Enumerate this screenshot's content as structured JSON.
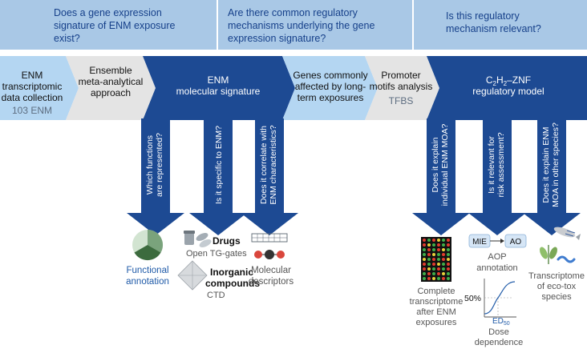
{
  "questions": [
    {
      "line1": "Does a gene expression",
      "line2": "signature of ENM exposure",
      "line3": "exist?"
    },
    {
      "line1": "Are there common regulatory",
      "line2": "mechanisms underlying the gene",
      "line3": "expression signature?"
    },
    {
      "line1": "Is this regulatory",
      "line2": "mechanism relevant?"
    }
  ],
  "flow": {
    "step1": {
      "line1": "ENM",
      "line2": "transcriptomic",
      "line3": "data collection",
      "sub": "103 ENM"
    },
    "step2": {
      "line1": "Ensemble",
      "line2": "meta-analytical",
      "line3": "approach"
    },
    "step3": {
      "line1": "ENM",
      "line2": "molecular signature"
    },
    "step4": {
      "line1": "Genes commonly",
      "line2": "affected by long-",
      "line3": "term exposures"
    },
    "step5": {
      "line1": "Promoter",
      "line2": "motifs analysis",
      "sub": "TFBS"
    },
    "step6": {
      "line1": "C",
      "sub1": "2",
      "mid": "H",
      "sub2": "2",
      "end": "–ZNF",
      "line2": "regulatory model"
    }
  },
  "vertical_arrows": [
    {
      "line1": "Which functions",
      "line2": "are represented?"
    },
    {
      "line1": "Is it specific to ENM?"
    },
    {
      "line1": "Does it correlate with",
      "line2": "ENM characteristics?"
    },
    {
      "line1": "Does it explain",
      "line2": "individual ENM MOA?"
    },
    {
      "line1": "Is it relevant for",
      "line2": "risk assessment?"
    },
    {
      "line1": "Does it explain ENM",
      "line2": "MOA in other species?"
    }
  ],
  "outcomes": {
    "functional": {
      "line1": "Functional",
      "line2": "annotation"
    },
    "drugs": {
      "label": "Drugs",
      "sub": "Open TG-gates"
    },
    "inorganic": {
      "line1": "Inorganic",
      "line2": "compounds",
      "sub": "CTD"
    },
    "molecular": {
      "line1": "Molecular",
      "line2": "descriptors"
    },
    "transcriptome": {
      "line1": "Complete",
      "line2": "transcriptome",
      "line3": "after ENM",
      "line4": "exposures"
    },
    "aop": {
      "mie": "MIE",
      "ao": "AO",
      "line1": "AOP",
      "line2": "annotation"
    },
    "dose": {
      "y_label": "50%",
      "ed": "ED",
      "ed_sub": "50",
      "line1": "Dose",
      "line2": "dependence"
    },
    "ecotox": {
      "line1": "Transcriptome",
      "line2": "of eco-tox",
      "line3": "species"
    }
  },
  "colors": {
    "question_box": "#a9c8e6",
    "question_text": "#16408a",
    "light_blue": "#b4d6f2",
    "gray": "#e4e4e4",
    "navy": "#1d4a93",
    "link_blue": "#1f5aa8",
    "pie_dark": "#3c6b3e",
    "pie_mid": "#7aa37c",
    "pie_light": "#d2e4d1"
  }
}
